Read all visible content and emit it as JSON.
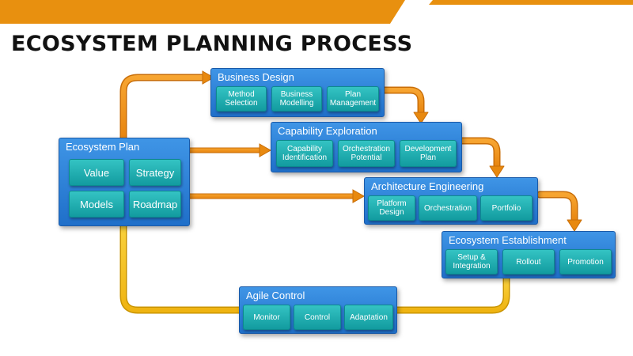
{
  "colors": {
    "top_bar": "#e8900f",
    "panel": "#2a7fd8",
    "tile": "#1fb0b2",
    "orange_connector": "#f0901e",
    "yellow_connector": "#f4c21c"
  },
  "title": "ECOSYSTEM PLANNING PROCESS",
  "panels": {
    "ecosystem_plan": {
      "title": "Ecosystem Plan",
      "tiles": [
        "Value",
        "Strategy",
        "Models",
        "Roadmap"
      ]
    },
    "business_design": {
      "title": "Business Design",
      "tiles": [
        "Method\nSelection",
        "Business\nModelling",
        "Plan\nManagement"
      ]
    },
    "capability_exploration": {
      "title": "Capability Exploration",
      "tiles": [
        "Capability\nIdentification",
        "Orchestration\nPotential",
        "Development\nPlan"
      ]
    },
    "architecture_engineering": {
      "title": "Architecture Engineering",
      "tiles": [
        "Platform\nDesign",
        "Orchestration",
        "Portfolio"
      ]
    },
    "ecosystem_establishment": {
      "title": "Ecosystem Establishment",
      "tiles": [
        "Setup &\nIntegration",
        "Rollout",
        "Promotion"
      ]
    },
    "agile_control": {
      "title": "Agile Control",
      "tiles": [
        "Monitor",
        "Control",
        "Adaptation"
      ]
    }
  }
}
